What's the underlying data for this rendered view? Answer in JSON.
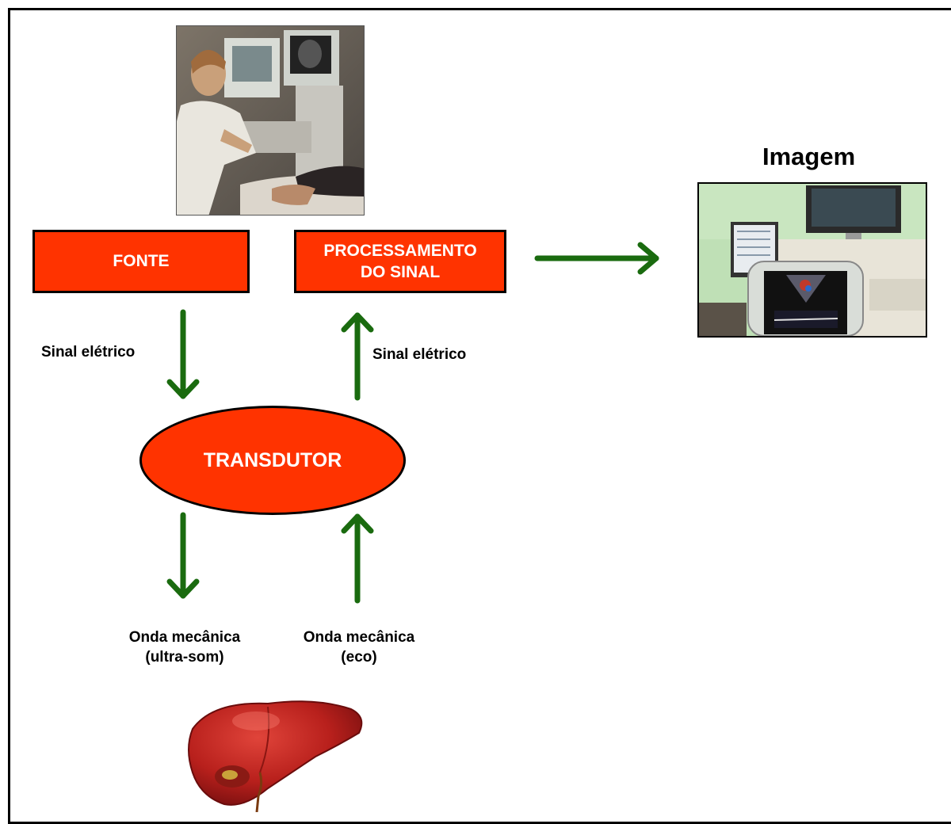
{
  "image_title": "Imagem",
  "boxes": {
    "source": "FONTE",
    "processing": "PROCESSAMENTO\nDO SINAL"
  },
  "transducer": "TRANSDUTOR",
  "labels": {
    "signal_left": "Sinal elétrico",
    "signal_right": "Sinal elétrico",
    "wave_out": "Onda mecânica\n(ultra-som)",
    "wave_echo": "Onda mecânica\n(eco)"
  },
  "colors": {
    "box_fill": "#ff3300",
    "arrow": "#1a6b0f",
    "border": "#000000"
  },
  "icons": {
    "operator_photo": "ultrasound-operator-photo",
    "monitor_photo": "ultrasound-monitor-photo",
    "organ": "liver-illustration"
  }
}
